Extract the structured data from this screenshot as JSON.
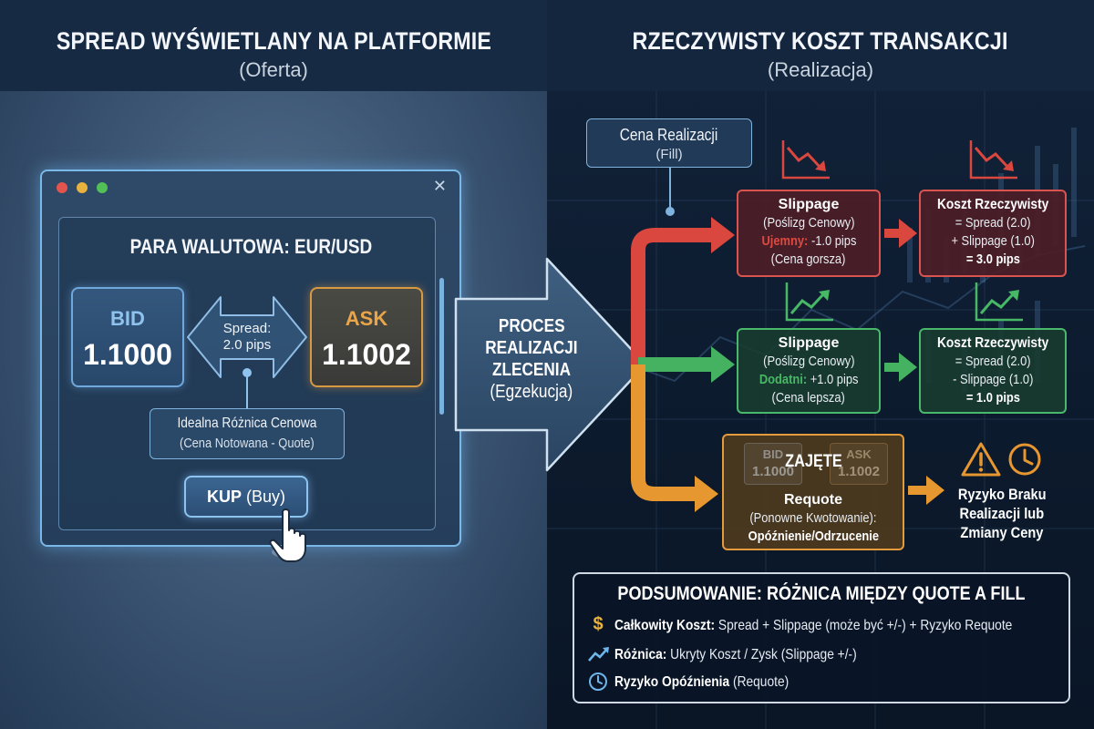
{
  "left": {
    "title": "SPREAD WYŚWIETLANY NA PLATFORMIE",
    "subtitle": "(Oferta)",
    "pair_label": "PARA WALUTOWA: EUR/USD",
    "bid_label": "BID",
    "bid_value": "1.1000",
    "ask_label": "ASK",
    "ask_value": "1.1002",
    "spread_line1": "Spread:",
    "spread_line2": "2.0 pips",
    "ideal_line1": "Idealna Różnica Cenowa",
    "ideal_line2": "(Cena Notowana - Quote)",
    "buy_bold": "KUP",
    "buy_rest": " (Buy)"
  },
  "middle": {
    "line1": "PROCES",
    "line2": "REALIZACJI",
    "line3": "ZLECENIA",
    "line4": "(Egzekucja)"
  },
  "right": {
    "title": "RZECZYWISTY KOSZT TRANSAKCJI",
    "subtitle": "(Realizacja)",
    "fill_line1": "Cena Realizacji",
    "fill_line2": "(Fill)",
    "neg": {
      "title": "Slippage",
      "line2": "(Poślizg Cenowy)",
      "tag": "Ujemny:",
      "value": " -1.0 pips",
      "line4": "(Cena gorsza)"
    },
    "neg_cost": {
      "title": "Koszt Rzeczywisty",
      "line2": "= Spread (2.0)",
      "line3": "+ Slippage (1.0)",
      "total": "= 3.0 pips"
    },
    "pos": {
      "title": "Slippage",
      "line2": "(Poślizg Cenowy)",
      "tag": "Dodatni:",
      "value": " +1.0 pips",
      "line4": "(Cena lepsza)"
    },
    "pos_cost": {
      "title": "Koszt Rzeczywisty",
      "line2": "= Spread (2.0)",
      "line3": "- Slippage (1.0)",
      "total": "= 1.0 pips"
    },
    "requote": {
      "faded_bid": "BID",
      "faded_bid_value": "1.1000",
      "faded_ask": "ASK",
      "faded_ask_value": "1.1002",
      "busy": "ZAJĘTE",
      "title": "Requote",
      "line2": "(Ponowne Kwotowanie):",
      "line3": "Opóźnienie/Odrzucenie"
    },
    "risk_line1": "Ryzyko Braku",
    "risk_line2": "Realizacji lub",
    "risk_line3": "Zmiany Ceny"
  },
  "summary": {
    "title": "PODSUMOWANIE: RÓŻNICA MIĘDZY QUOTE A FILL",
    "l1_bold": "Całkowity Koszt:",
    "l1_rest": " Spread + Slippage (może być +/-) + Ryzyko Requote",
    "l2_bold": "Różnica:",
    "l2_rest": " Ukryty Koszt / Zysk (Slippage +/-)",
    "l3_bold": "Ryzyko Opóźnienia",
    "l3_rest": " (Requote)"
  },
  "icons": {
    "dollar": "$",
    "window_close": "✕"
  },
  "colors": {
    "negative": "#e0493f",
    "positive": "#47b865",
    "requote": "#e7972f",
    "bid_blue": "#8fc3ee",
    "ask_orange": "#e9a54a"
  }
}
